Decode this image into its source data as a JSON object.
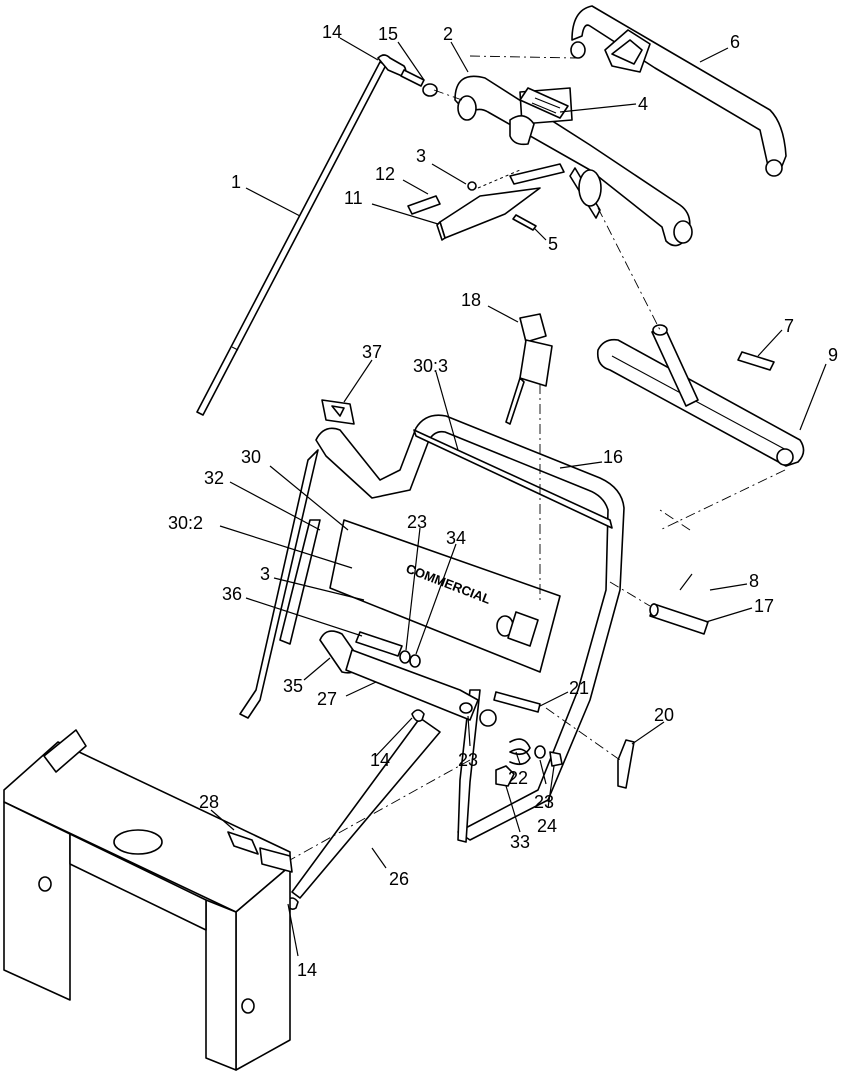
{
  "diagram": {
    "panel_logo": "COMMERCIAL",
    "callouts": [
      "14",
      "15",
      "2",
      "6",
      "4",
      "3",
      "12",
      "1",
      "11",
      "5",
      "18",
      "7",
      "9",
      "37",
      "30:3",
      "16",
      "30",
      "32",
      "30:2",
      "23",
      "34",
      "3",
      "36",
      "8",
      "17",
      "35",
      "27",
      "21",
      "20",
      "14",
      "23",
      "22",
      "23",
      "24",
      "33",
      "28",
      "26",
      "14"
    ]
  }
}
